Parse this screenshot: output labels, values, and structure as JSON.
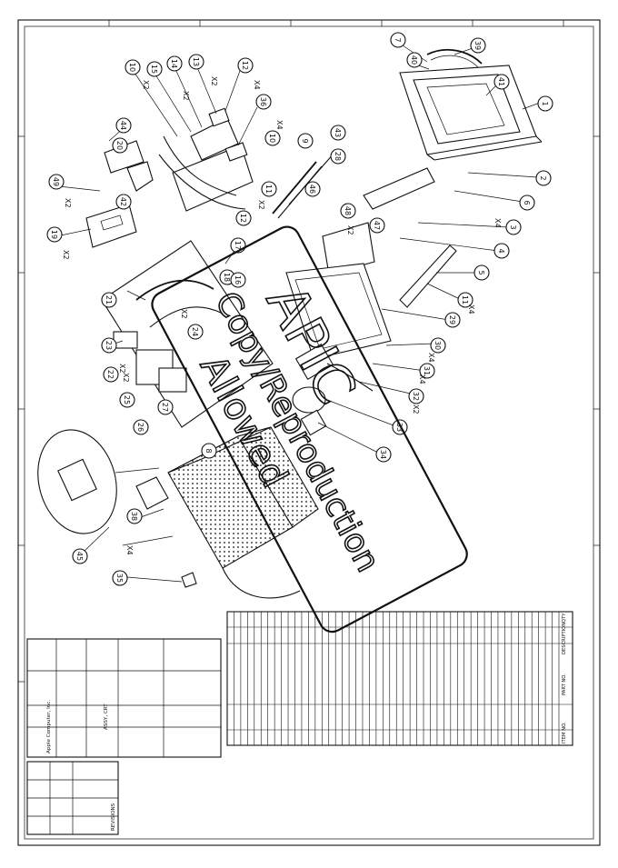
{
  "drawing": {
    "watermark_lines": [
      "APIC",
      "Copy/Reproduction",
      "Allowed"
    ],
    "callouts": [
      {
        "id": "c7",
        "label": "7"
      },
      {
        "id": "c40",
        "label": "40"
      },
      {
        "id": "c39",
        "label": "39"
      },
      {
        "id": "c41",
        "label": "41"
      },
      {
        "id": "c1",
        "label": "1"
      },
      {
        "id": "c2",
        "label": "2"
      },
      {
        "id": "c6",
        "label": "6"
      },
      {
        "id": "c3",
        "label": "3"
      },
      {
        "id": "c4",
        "label": "4"
      },
      {
        "id": "c5",
        "label": "5"
      },
      {
        "id": "c11b",
        "label": "11"
      },
      {
        "id": "c29",
        "label": "29"
      },
      {
        "id": "c30",
        "label": "30"
      },
      {
        "id": "c31",
        "label": "31"
      },
      {
        "id": "c32",
        "label": "32"
      },
      {
        "id": "c33",
        "label": "33"
      },
      {
        "id": "c34",
        "label": "34"
      },
      {
        "id": "c10a",
        "label": "10"
      },
      {
        "id": "c15",
        "label": "15"
      },
      {
        "id": "c14",
        "label": "14"
      },
      {
        "id": "c13",
        "label": "13"
      },
      {
        "id": "c12a",
        "label": "12"
      },
      {
        "id": "c36",
        "label": "36"
      },
      {
        "id": "c44",
        "label": "44"
      },
      {
        "id": "c20",
        "label": "20"
      },
      {
        "id": "c42",
        "label": "42"
      },
      {
        "id": "c49",
        "label": "49"
      },
      {
        "id": "c19",
        "label": "19"
      },
      {
        "id": "c12b",
        "label": "12"
      },
      {
        "id": "c10b",
        "label": "10"
      },
      {
        "id": "c9",
        "label": "9"
      },
      {
        "id": "c43",
        "label": "43"
      },
      {
        "id": "c28",
        "label": "28"
      },
      {
        "id": "c11a",
        "label": "11"
      },
      {
        "id": "c46",
        "label": "46"
      },
      {
        "id": "c48",
        "label": "48"
      },
      {
        "id": "c47",
        "label": "47"
      },
      {
        "id": "c17",
        "label": "17"
      },
      {
        "id": "c18",
        "label": "18"
      },
      {
        "id": "c23",
        "label": "23"
      },
      {
        "id": "c22",
        "label": "22"
      },
      {
        "id": "c21",
        "label": "21"
      },
      {
        "id": "c24",
        "label": "24"
      },
      {
        "id": "c25",
        "label": "25"
      },
      {
        "id": "c26",
        "label": "26"
      },
      {
        "id": "c27",
        "label": "27"
      },
      {
        "id": "c38",
        "label": "38"
      },
      {
        "id": "c35",
        "label": "35"
      },
      {
        "id": "c45",
        "label": "45"
      },
      {
        "id": "c16",
        "label": "16"
      },
      {
        "id": "c8",
        "label": "8"
      }
    ],
    "quantity_marks": [
      {
        "id": "q1",
        "text": "X2"
      },
      {
        "id": "q2",
        "text": "X4"
      },
      {
        "id": "q3",
        "text": "X2"
      },
      {
        "id": "q4",
        "text": "X4"
      },
      {
        "id": "q5",
        "text": "X2"
      },
      {
        "id": "q6",
        "text": "X2"
      },
      {
        "id": "q7",
        "text": "X2"
      },
      {
        "id": "q8",
        "text": "X2"
      },
      {
        "id": "q9",
        "text": "X2"
      },
      {
        "id": "q10",
        "text": "X4"
      },
      {
        "id": "q11",
        "text": "X4"
      },
      {
        "id": "q12",
        "text": "X4"
      },
      {
        "id": "q13",
        "text": "X4"
      },
      {
        "id": "q14",
        "text": "X2"
      },
      {
        "id": "q15",
        "text": "X2"
      },
      {
        "id": "q16",
        "text": "X2"
      },
      {
        "id": "q17",
        "text": "X2"
      },
      {
        "id": "q18",
        "text": "X4"
      }
    ]
  },
  "parts_table": {
    "headers": [
      "ITEM NO.",
      "PART NO.",
      "DESCRIPTION",
      "QTY"
    ],
    "row_count": 49,
    "rows": []
  },
  "title_block": {
    "company": "Apple Computer, Inc.",
    "title": "ASSY, CRT",
    "revision_header": "REVISIONS"
  }
}
